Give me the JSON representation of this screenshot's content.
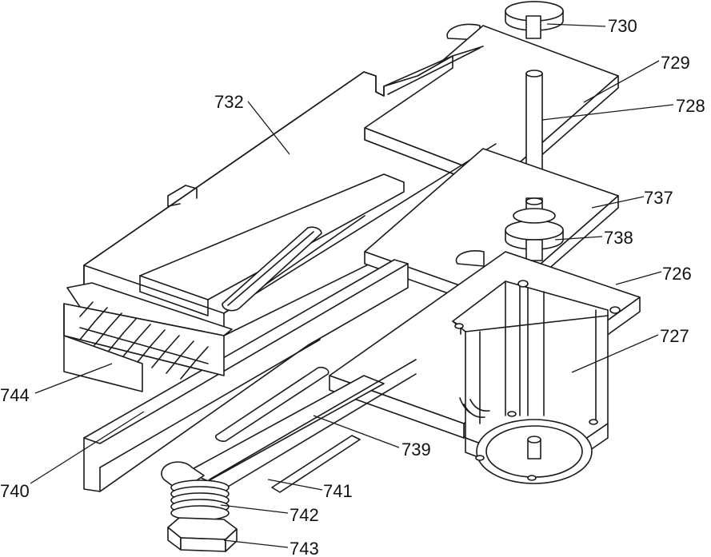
{
  "figure": {
    "labels": {
      "l726": "726",
      "l727": "727",
      "l728": "728",
      "l729": "729",
      "l730": "730",
      "l732": "732",
      "l737": "737",
      "l738": "738",
      "l739": "739",
      "l740": "740",
      "l741": "741",
      "l742": "742",
      "l743": "743",
      "l744": "744"
    }
  }
}
